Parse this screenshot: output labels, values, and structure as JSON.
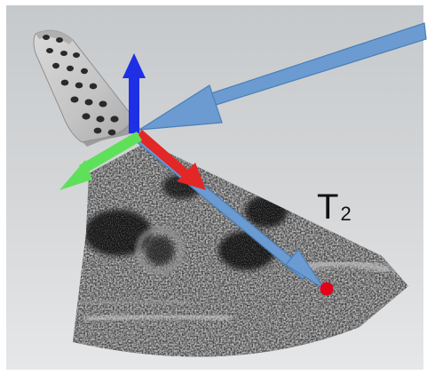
{
  "label": {
    "main": "T",
    "subscript": "2"
  },
  "colors": {
    "background_top": "#c9ccce",
    "background_bottom": "#e3e4e5",
    "probe_body": "#c6c6c6",
    "probe_dots": "#2a2a2a",
    "axis_z": "#1e2fe6",
    "axis_x": "#e32626",
    "axis_y": "#5fe05a",
    "pointer_arrows": "#6b9bd1",
    "pointer_arrow_stroke": "#4a7fb8",
    "target_point": "#e3001b",
    "ultrasound_dark": "#141414"
  },
  "elements": {
    "probe": "ultrasound-probe",
    "image": "ultrasound-fan-image",
    "axes": [
      "z-axis-blue",
      "x-axis-red",
      "y-axis-green"
    ],
    "pointers": [
      "incoming-arrow",
      "target-arrow"
    ],
    "target": "target-point-T2"
  }
}
